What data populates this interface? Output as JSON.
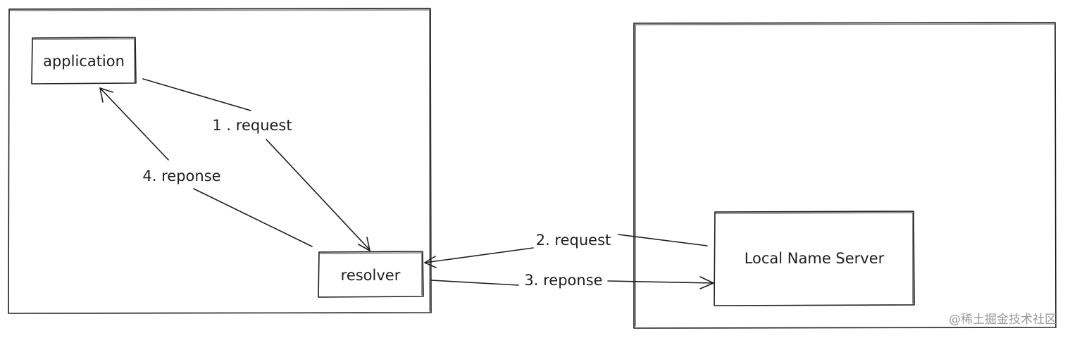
{
  "nodes": {
    "application": "application",
    "resolver": "resolver",
    "local_name_server": "Local Name Server"
  },
  "edges": {
    "step1": "1 . request",
    "step2": "2. request",
    "step3": "3. reponse",
    "step4": "4. reponse"
  },
  "watermark": "@稀土掘金技术社区",
  "colors": {
    "stroke": "#1e1e1e",
    "background": "#ffffff",
    "watermark": "#9a9a9a"
  }
}
